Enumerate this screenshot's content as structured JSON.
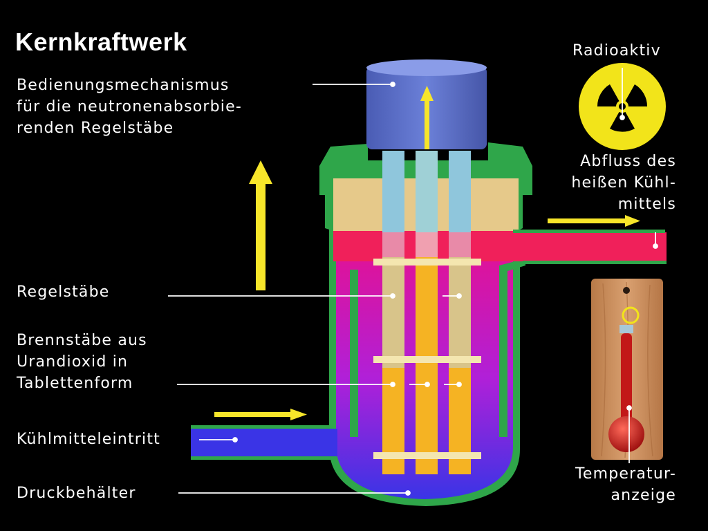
{
  "title": "Kernkraftwerk",
  "labels": {
    "mechanism": [
      "Bedienungsmechanismus",
      "für die neutronenabsorbie-",
      "renden Regelstäbe"
    ],
    "control_rods": "Regelstäbe",
    "fuel_rods": [
      "Brennstäbe aus",
      "Urandioxid in",
      "Tablettenform"
    ],
    "coolant_inlet": "Kühlmitteleintritt",
    "pressure_vessel": "Druckbehälter",
    "radioactive": "Radioaktiv",
    "coolant_outlet": [
      "Abfluss des",
      "heißen Kühl-",
      "mittels"
    ],
    "temperature": [
      "Temperatur-",
      "anzeige"
    ]
  },
  "colors": {
    "background": "#000000",
    "arrow": "#f7e62a",
    "mechanism_cap": "#5a6ec8",
    "flange": "#2fa64a",
    "upper_block": "#e6c98a",
    "hot_coolant": "#f0205a",
    "vessel_gradient_top": "#e8108c",
    "vessel_gradient_bottom": "#3a34e6",
    "fuel_rod": "#f5b323",
    "control_rod": "#d8c48a",
    "radiation_sign": "#f2e41a",
    "thermometer_board": "#c98d5a",
    "thermometer_fluid": "#c21818"
  }
}
